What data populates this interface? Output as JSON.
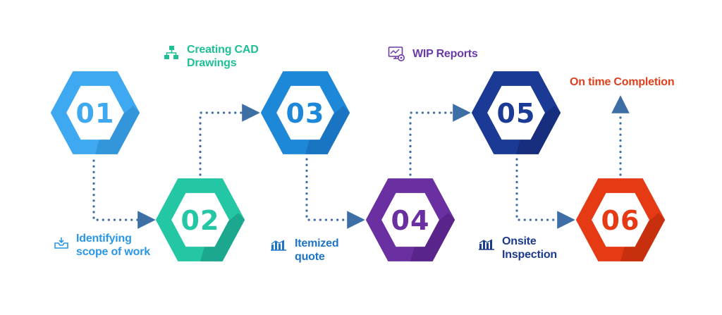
{
  "steps": [
    {
      "number": "01",
      "color": "#3ea9f0",
      "shade": "#2b86c8"
    },
    {
      "number": "02",
      "color": "#23c7a3",
      "shade": "#178d80"
    },
    {
      "number": "03",
      "color": "#1e88d8",
      "shade": "#1565b0"
    },
    {
      "number": "04",
      "color": "#6a2fa0",
      "shade": "#4a1d78"
    },
    {
      "number": "05",
      "color": "#1b3a95",
      "shade": "#12256a"
    },
    {
      "number": "06",
      "color": "#e53a14",
      "shade": "#b0260a"
    }
  ],
  "labels": {
    "step1": {
      "text": "Identifying\nscope of work",
      "color": "#2a97e6",
      "icon": "inbox-tray-icon"
    },
    "step2": {
      "text": "Creating CAD\nDrawings",
      "color": "#1fbf96",
      "icon": "sitemap-icon"
    },
    "step3": {
      "text": "Itemized\nquote",
      "color": "#1e74c9",
      "icon": "bar-chart-icon"
    },
    "step4": {
      "text": "WIP Reports",
      "color": "#6a3aa8",
      "icon": "monitor-gear-icon"
    },
    "step5": {
      "text": "Onsite\nInspection",
      "color": "#1c3b8f",
      "icon": "bar-chart-icon"
    },
    "step6": {
      "text": "On time Completion",
      "color": "#e0401c",
      "icon": ""
    }
  },
  "connector_color": "#3d6fa6"
}
